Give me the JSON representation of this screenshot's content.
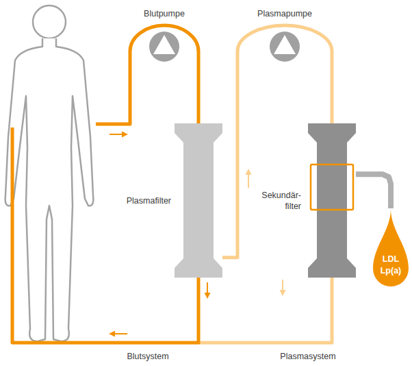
{
  "diagram": {
    "nodes": [
      {
        "text": [
          "Blutpumpe"
        ]
      },
      {
        "text": [
          "Plasmafilter"
        ]
      },
      {
        "text": [
          "Plasmapumpe"
        ]
      },
      {
        "text": [
          "Sekundär- filter"
        ]
      },
      {
        "text": [
          "LDL Lp(a)"
        ]
      }
    ],
    "edges": [
      {
        "from": 0,
        "to": 1,
        "arrow": "none"
      },
      {
        "from": 1,
        "to": 2,
        "arrow": "none"
      },
      {
        "from": 2,
        "to": 3,
        "arrow": "none"
      },
      {
        "from": 3,
        "to": 4,
        "arrow": "none"
      }
    ],
    "labels": [
      "Blutsystem",
      "Plasmasystem"
    ]
  }
}
